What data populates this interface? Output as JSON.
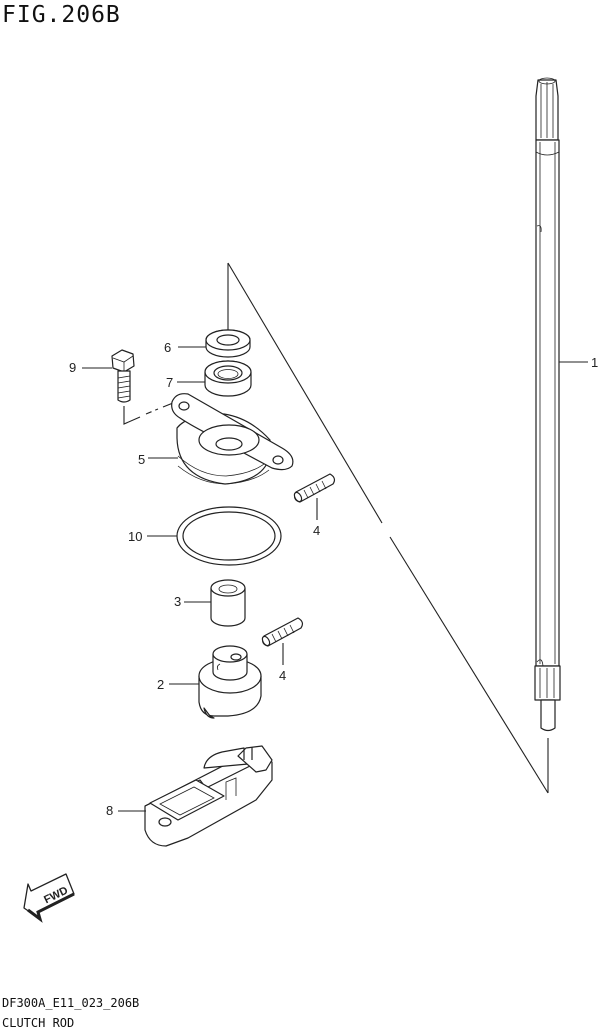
{
  "figure": {
    "title": "FIG.206B",
    "code": "DF300A_E11_023_206B",
    "name": "CLUTCH ROD"
  },
  "callouts": {
    "c1": "1",
    "c2": "2",
    "c3": "3",
    "c4a": "4",
    "c4b": "4",
    "c5": "5",
    "c6": "6",
    "c7": "7",
    "c8": "8",
    "c9": "9",
    "c10": "10"
  },
  "fwd_label": "FWD"
}
